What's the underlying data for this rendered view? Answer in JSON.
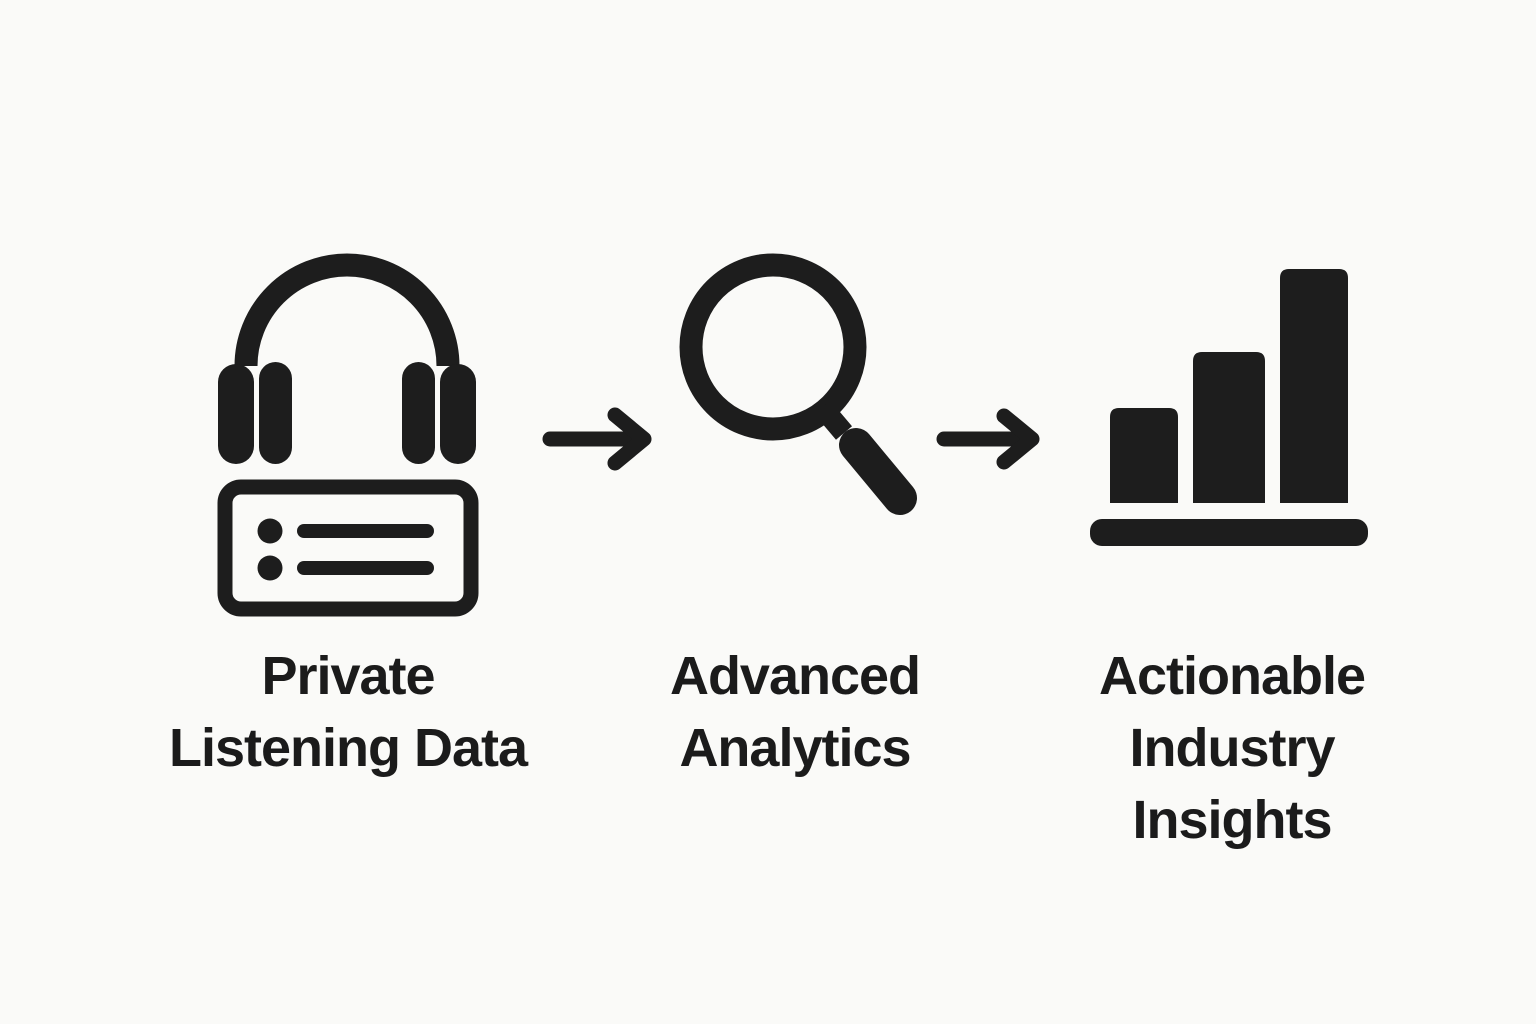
{
  "page": {
    "background_color": "#fafaf8",
    "icon_color": "#1d1d1d",
    "text_color": "#1b1b1b"
  },
  "diagram": {
    "type": "process-flow",
    "steps": [
      {
        "id": "private-listening-data",
        "icon": "headphones-data-card-icon",
        "lines": [
          "Private",
          "Listening Data"
        ]
      },
      {
        "id": "advanced-analytics",
        "icon": "magnifying-glass-icon",
        "lines": [
          "Advanced",
          "Analytics"
        ]
      },
      {
        "id": "actionable-industry-insights",
        "icon": "bar-chart-icon",
        "lines": [
          "Actionable",
          "Industry",
          "Insights"
        ]
      }
    ],
    "connectors": [
      {
        "id": "arrow-1",
        "icon": "arrow-right-icon"
      },
      {
        "id": "arrow-2",
        "icon": "arrow-right-icon"
      }
    ]
  }
}
